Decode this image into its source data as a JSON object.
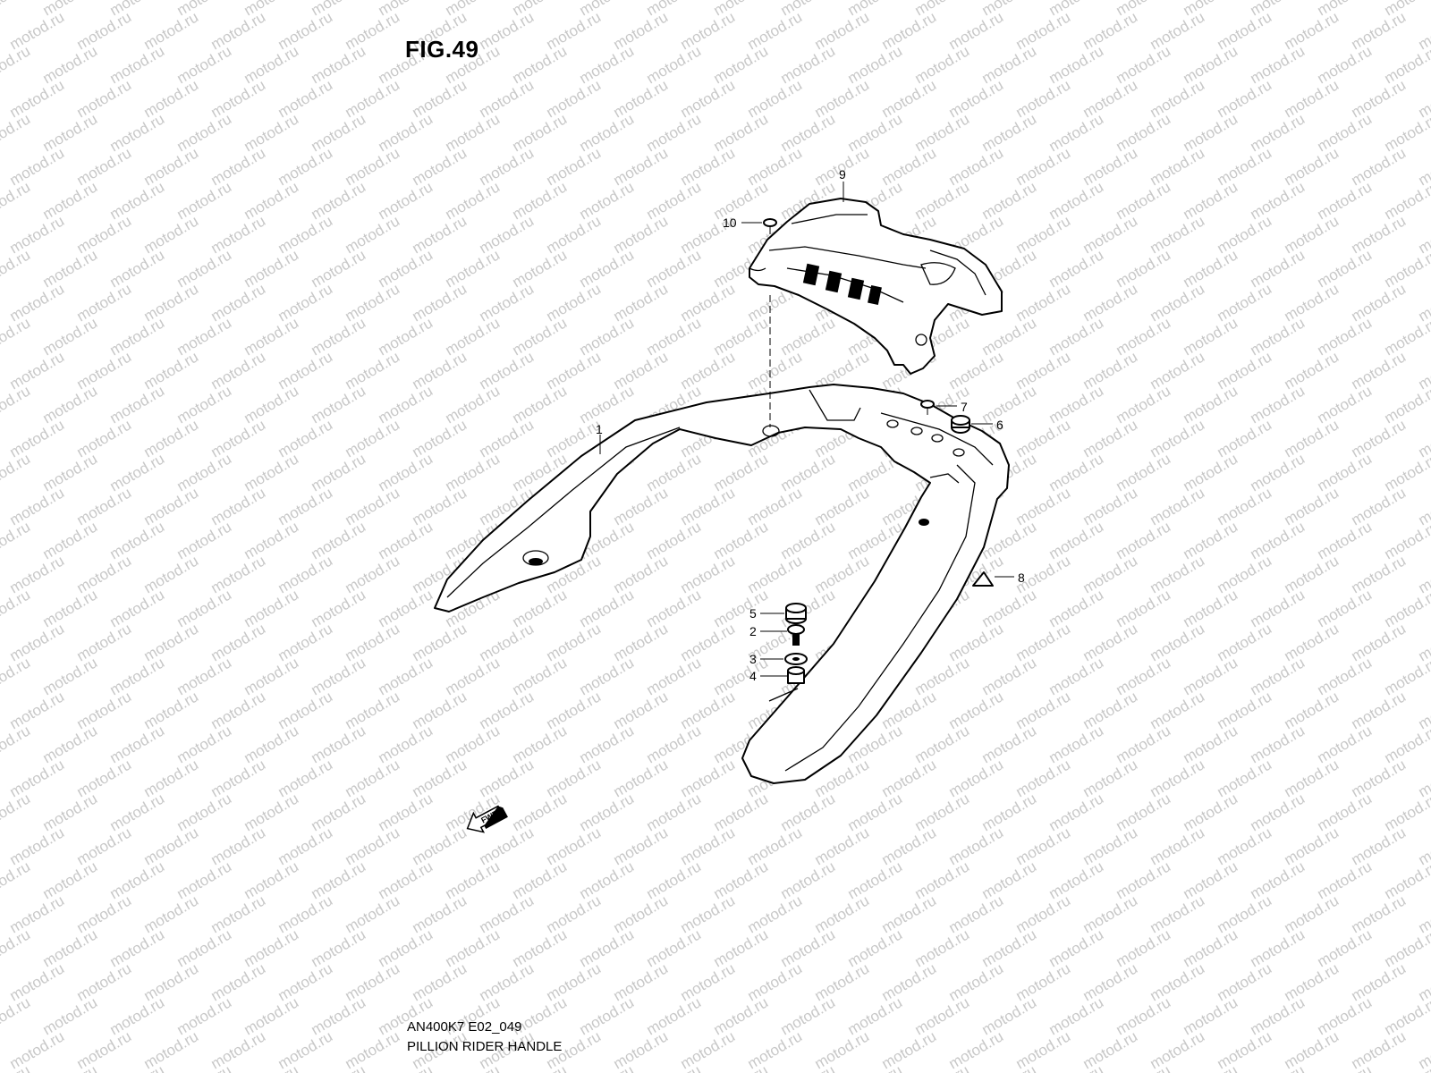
{
  "figure": {
    "title": "FIG.49",
    "model_code": "AN400K7 E02_049",
    "name": "PILLION RIDER HANDLE"
  },
  "watermark": {
    "text": "motod.ru",
    "color": "#c8c8c8"
  },
  "callouts": [
    {
      "id": "1",
      "label": "1"
    },
    {
      "id": "2",
      "label": "2"
    },
    {
      "id": "3",
      "label": "3"
    },
    {
      "id": "4",
      "label": "4"
    },
    {
      "id": "5",
      "label": "5"
    },
    {
      "id": "6",
      "label": "6"
    },
    {
      "id": "7",
      "label": "7"
    },
    {
      "id": "8",
      "label": "8"
    },
    {
      "id": "9",
      "label": "9"
    },
    {
      "id": "10",
      "label": "10"
    }
  ],
  "fwd_arrow": {
    "label": "FWD",
    "icon": "fwd-arrow-icon"
  }
}
